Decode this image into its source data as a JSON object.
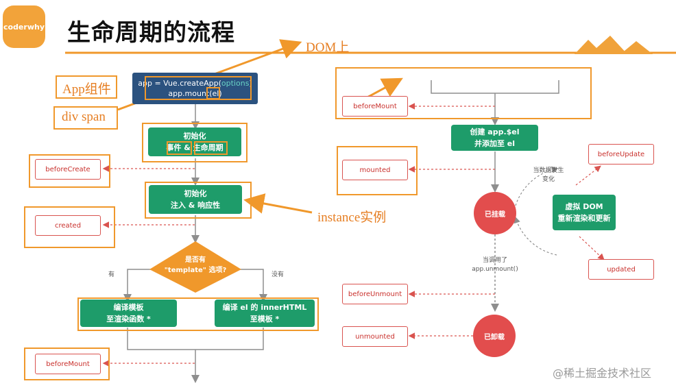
{
  "header": {
    "logo_text": "coderwhy",
    "title": "生命周期的流程"
  },
  "annotations": {
    "dom_label": "DOM上",
    "app_component": "App组件",
    "div_span": "div span",
    "instance": "instance实例"
  },
  "left": {
    "create_app_line1": "app = Vue.createApp(",
    "create_app_options": "options",
    "create_app_close": ")",
    "mount_line": "app.mount(el)",
    "init1_line1": "初始化",
    "init1_line2": "事件 & 生命周期",
    "init2_line1": "初始化",
    "init2_line2": "注入 & 响应性",
    "decision_line1": "是否有",
    "decision_line2": "\"template\" 选项?",
    "yes_label": "有",
    "no_label": "没有",
    "compile_template_line1": "编译模板",
    "compile_template_line2": "至渲染函数 *",
    "compile_el_line1": "编译 el 的 innerHTML",
    "compile_el_line2": "至模板 *",
    "hook_before_create": "beforeCreate",
    "hook_created": "created",
    "hook_before_mount": "beforeMount"
  },
  "right": {
    "hook_before_mount": "beforeMount",
    "create_el_line1": "创建 app.$el",
    "create_el_line2": "并添加至 el",
    "hook_mounted": "mounted",
    "mounted_circle": "已挂载",
    "data_change_line1": "当数据发生",
    "data_change_line2": "变化",
    "vdom_line1": "虚拟 DOM",
    "vdom_line2": "重新渲染和更新",
    "hook_before_update": "beforeUpdate",
    "hook_updated": "updated",
    "unmount_note_line1": "当调用了",
    "unmount_note_line2": "app.unmount()",
    "hook_before_unmount": "beforeUnmount",
    "hook_unmounted": "unmounted",
    "unmounted_circle": "已卸载"
  },
  "watermark": "@稀土掘金技术社区",
  "colors": {
    "orange": "#f0982b",
    "green": "#1e9c6a",
    "navy": "#2b527f",
    "red": "#e24d4d",
    "hook_border": "#d9534f"
  }
}
